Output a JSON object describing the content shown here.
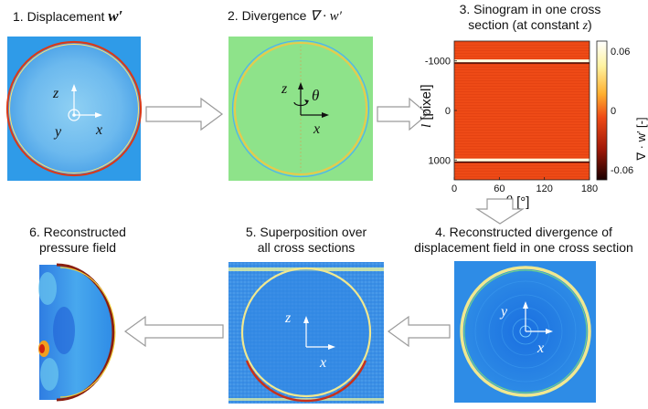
{
  "panels": {
    "p1": {
      "title_text": "1. Displacement ",
      "title_math": "w′",
      "ax_z": "z",
      "ax_y": "y",
      "ax_x": "x"
    },
    "p2": {
      "title_text": "2. Divergence ",
      "title_math": "∇ · w′",
      "ax_z": "z",
      "ax_theta": "θ",
      "ax_x": "x"
    },
    "p3": {
      "title_line1": "3. Sinogram in one cross",
      "title_line2_a": "section (at constant ",
      "title_line2_z": "z",
      "title_line2_b": ")",
      "ylabel_l": "l",
      "ylabel_unit": " [pixel]",
      "xlabel_theta": "θ",
      "xlabel_unit": " [°]",
      "colorbar_label": "∇ · w′ [-]"
    },
    "p4": {
      "title_line1": "4. Reconstructed divergence of",
      "title_line2": "displacement field in one cross section",
      "ax_y": "y",
      "ax_x": "x"
    },
    "p5": {
      "title_line1": "5. Superposition over",
      "title_line2": "all cross sections",
      "ax_z": "z",
      "ax_x": "x"
    },
    "p6": {
      "title_line1": "6. Reconstructed",
      "title_line2": "pressure field"
    }
  },
  "chart_data": {
    "type": "heatmap",
    "x_ticks": [
      "0",
      "60",
      "120",
      "180"
    ],
    "y_ticks": [
      "-1000",
      "0",
      "1000"
    ],
    "colorbar_ticks": [
      "0.06",
      "0",
      "-0.06"
    ],
    "xlim": [
      0,
      180
    ],
    "ylim": [
      -1400,
      1400
    ],
    "clim": [
      -0.07,
      0.07
    ],
    "bright_lines_l": [
      -1000,
      1000
    ]
  },
  "colors": {
    "bg_blue": "#2f9be8",
    "green_field": "#8ee38a",
    "sinogram_orange": "#ee4a16",
    "arrow_outline": "#9a9a9a"
  }
}
